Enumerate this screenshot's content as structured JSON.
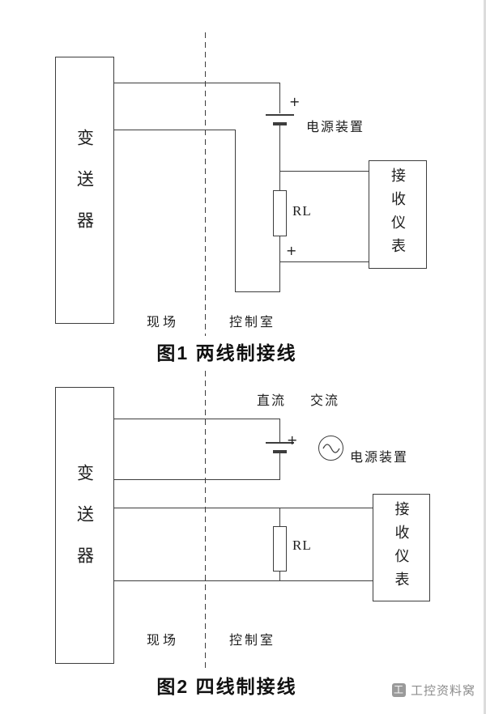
{
  "page": {
    "background": "#ffffff",
    "line_color": "#3d3d3d"
  },
  "icons": {
    "battery": "battery-icon",
    "ac_source": "sine-wave-icon",
    "logo": "logo-icon"
  },
  "figure1": {
    "title": "图1 两线制接线",
    "transmitter_label": "变送器",
    "receiver_label": "接收仪表",
    "power_supply_label": "电源装置",
    "battery_plus": "+",
    "receiver_plus": "+",
    "load_label": "RL",
    "field_label": "现场",
    "control_room_label": "控制室"
  },
  "figure2": {
    "title": "图2 四线制接线",
    "transmitter_label": "变送器",
    "receiver_label": "接收仪表",
    "power_supply_label": "电源装置",
    "dc_label": "直流",
    "ac_label": "交流",
    "battery_plus": "+",
    "load_label": "RL",
    "field_label": "现场",
    "control_room_label": "控制室"
  },
  "watermark": {
    "logo_glyph": "工",
    "text": "工控资料窝"
  }
}
